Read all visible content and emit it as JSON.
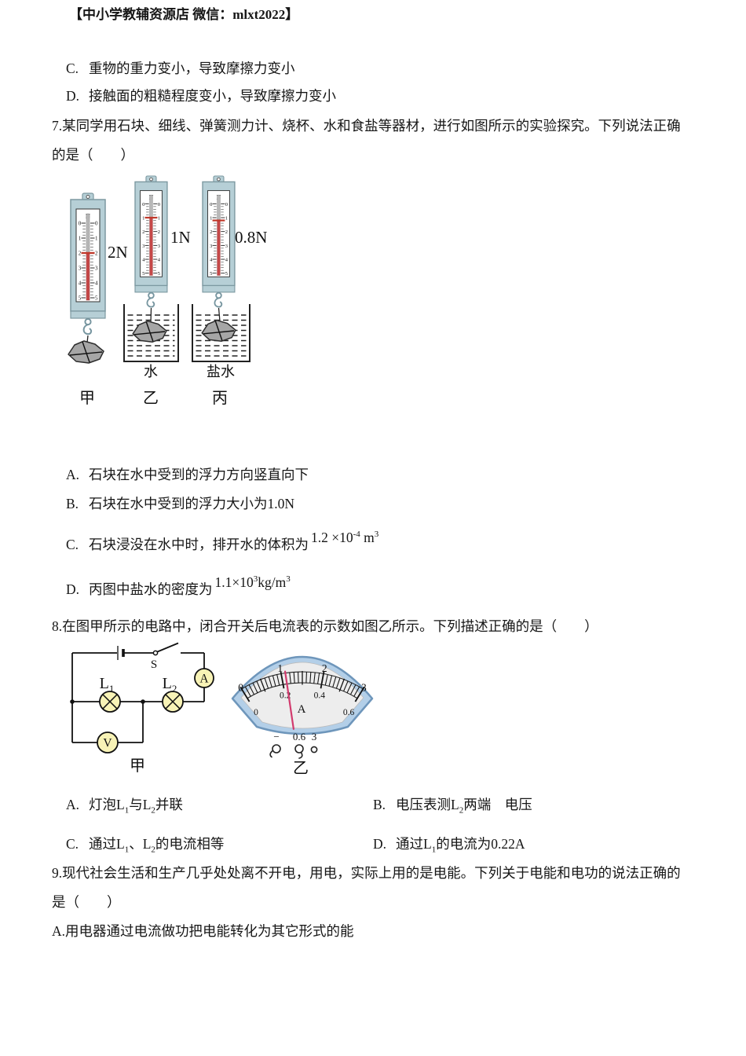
{
  "header": {
    "title": "【中小学教辅资源店 微信：mlxt2022】"
  },
  "prev_options": [
    {
      "label": "C.",
      "text": "重物的重力变小，导致摩擦力变小"
    },
    {
      "label": "D.",
      "text": "接触面的粗糙程度变小，导致摩擦力变小"
    }
  ],
  "q7": {
    "stem1": "7.某同学用石块、细线、弹簧测力计、烧杯、水和食盐等器材，进行如图所示的实验探究。下列说法正确",
    "stem2": "的是（　　）",
    "figure": {
      "unit": "N",
      "ticks": [
        "0",
        "1",
        "2",
        "3",
        "4",
        "5"
      ],
      "scales": [
        {
          "caption": "甲",
          "reading_label": "2N",
          "reading": 2.0,
          "liquid": ""
        },
        {
          "caption": "乙",
          "reading_label": "1N",
          "reading": 1.0,
          "liquid": "水"
        },
        {
          "caption": "丙",
          "reading_label": "0.8N",
          "reading": 1.2,
          "liquid": "盐水"
        }
      ]
    },
    "options": [
      {
        "label": "A.",
        "text": "石块在水中受到的浮力方向竖直向下",
        "formula": []
      },
      {
        "label": "B.",
        "text": "石块在水中受到的浮力大小为1.0N",
        "formula": []
      },
      {
        "label": "C.",
        "text": "石块浸没在水中时，排开水的体积为",
        "formula": [
          {
            "t": "1.2 ×10"
          },
          {
            "sup": "-4"
          },
          {
            "t": " m"
          },
          {
            "sup": "3"
          }
        ]
      },
      {
        "label": "D.",
        "text": "丙图中盐水的密度为",
        "formula": [
          {
            "t": "1.1×10"
          },
          {
            "sup": "3"
          },
          {
            "t": "kg/m"
          },
          {
            "sup": "3"
          }
        ]
      }
    ]
  },
  "q8": {
    "stem": "8.在图甲所示的电路中，闭合开关后电流表的示数如图乙所示。下列描述正确的是（　　）",
    "circuit": {
      "switch": "S",
      "lamp1": {
        "base": "L",
        "sub": "1"
      },
      "lamp2": {
        "base": "L",
        "sub": "2"
      },
      "ammeter": "A",
      "voltmeter": "V",
      "caption": "甲"
    },
    "meter": {
      "outer_ticks": [
        "0",
        "1",
        "2",
        "3"
      ],
      "inner_ticks": [
        "0",
        "0.2",
        "0.4",
        "0.6"
      ],
      "unit": "A",
      "pointer_value": 1.1,
      "outer_max": 3,
      "terminals": [
        "−",
        "0.6",
        "3"
      ],
      "caption": "乙"
    },
    "options": [
      {
        "label": "A.",
        "parts": [
          {
            "t": "灯泡L"
          },
          {
            "sub": "1"
          },
          {
            "t": "与L"
          },
          {
            "sub": "2"
          },
          {
            "t": "并联"
          }
        ]
      },
      {
        "label": "B.",
        "parts": [
          {
            "t": "电压表测L"
          },
          {
            "sub": "2"
          },
          {
            "t": "两端　电压"
          }
        ]
      },
      {
        "label": "C.",
        "parts": [
          {
            "t": "通过L"
          },
          {
            "sub": "1"
          },
          {
            "t": "、L"
          },
          {
            "sub": "2"
          },
          {
            "t": "的电流相等"
          }
        ]
      },
      {
        "label": "D.",
        "parts": [
          {
            "t": "通过L"
          },
          {
            "sub": "1"
          },
          {
            "t": "的电流为0.22A"
          }
        ]
      }
    ]
  },
  "q9": {
    "stem1": "9.现代社会生活和生产几乎处处离不开电，用电，实际上用的是电能。下列关于电能和电功的说法正确的",
    "stem2": "是（　　）",
    "optionA": "A.用电器通过电流做功把电能转化为其它形式的能"
  },
  "colors": {
    "scale_body": "#b6cfd6",
    "scale_edge": "#7d99a1",
    "hook": "#7796a0",
    "rod_gray": "#b8b8b8",
    "rod_red": "#c54848",
    "pointer_red": "#c0392b",
    "stone_gray": "#a6a6a6",
    "lamp_yellow": "#f8f3b6",
    "meter_blue": "#b3cfe8",
    "meter_edge": "#6e96bb",
    "meter_face": "#ededed",
    "needle_pink": "#d23b6e",
    "ink": "#161616"
  }
}
